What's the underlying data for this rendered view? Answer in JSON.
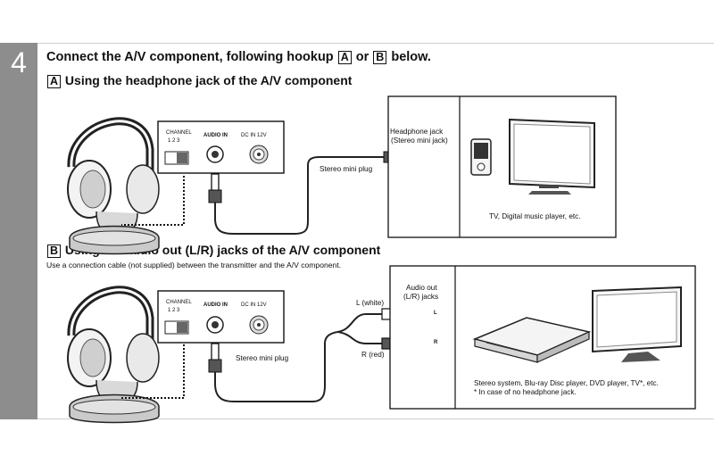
{
  "step": {
    "number": "4"
  },
  "header": {
    "prefix": "Connect the A/V component, following hookup",
    "opt_a": "A",
    "or": "or",
    "opt_b": "B",
    "suffix": "below."
  },
  "section_a": {
    "letter": "A",
    "title": "Using the headphone jack of the A/V component",
    "transmitter": {
      "channel_label": "CHANNEL",
      "channel_numbers": "1  2  3",
      "audio_in_label": "AUDIO IN",
      "dc_in_label": "DC IN 12V"
    },
    "plug_label": "Stereo mini plug",
    "jack_label_line1": "Headphone jack",
    "jack_label_line2": "(Stereo mini jack)",
    "device_caption": "TV, Digital music player, etc."
  },
  "section_b": {
    "letter": "B",
    "title": "Using the audio out (L/R) jacks of the A/V component",
    "note": "Use a connection cable (not supplied) between the transmitter and the A/V component.",
    "transmitter": {
      "channel_label": "CHANNEL",
      "channel_numbers": "1  2  3",
      "audio_in_label": "AUDIO IN",
      "dc_in_label": "DC IN 12V"
    },
    "plug_label": "Stereo mini plug",
    "white_label": "L (white)",
    "red_label": "R (red)",
    "jacks_label_line1": "Audio out",
    "jacks_label_line2": "(L/R) jacks",
    "l_mark": "L",
    "r_mark": "R",
    "device_caption_line1": "Stereo system, Blu-ray Disc player, DVD player, TV*, etc.",
    "device_caption_line2": "* In case of no headphone jack."
  }
}
